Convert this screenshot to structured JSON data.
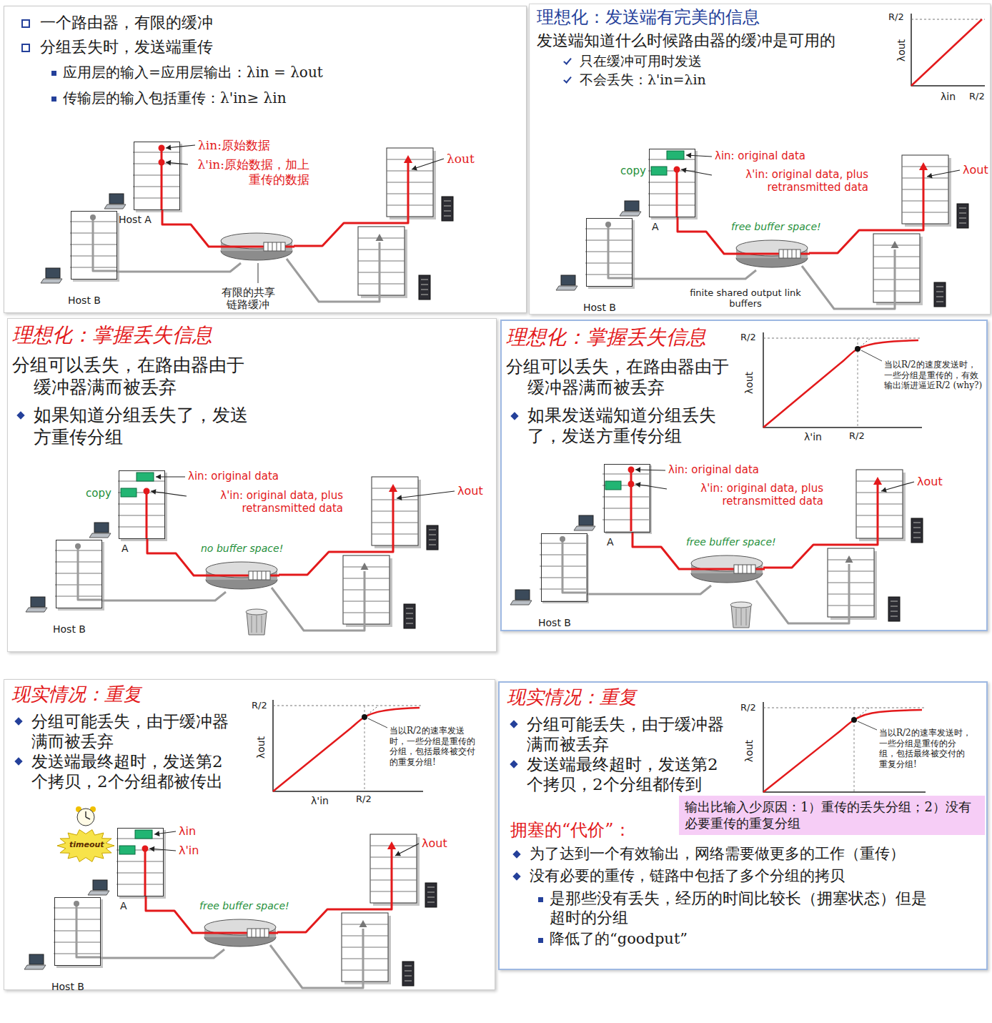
{
  "diagram": {
    "nodes": [
      {
        "text": [
          "一个路由器，有限的缓冲",
          "分组丢失时，发送端重传",
          "应用层的输入=应用层输出：λin = λout",
          "传输层的输入包括重传：λ'in≥ λin"
        ]
      },
      {
        "text": [
          "Host A"
        ],
        "in": 0
      },
      {
        "text": [
          "Host B"
        ],
        "in": 0
      },
      {
        "text": [
          "有限的共享 链路缓冲"
        ],
        "in": 0
      },
      {
        "text": [
          "理想化：发送端有完美的信息",
          "发送端知道什么时候路由器的缓冲是可用的",
          "只在缓冲可用时发送",
          "不会丢失：λ'in=λin"
        ]
      },
      {
        "text": [
          "A"
        ],
        "in": 4
      },
      {
        "text": [
          "Host B"
        ],
        "in": 4
      },
      {
        "text": [
          "free buffer space!",
          "finite shared output link buffers"
        ],
        "in": 4
      },
      {
        "text": [
          "理想化：掌握丢失信息",
          "分组可以丢失，在路由器由于缓冲器满而被丢弃",
          "如果知道分组丢失了，发送方重传分组"
        ]
      },
      {
        "text": [
          "A"
        ],
        "in": 8
      },
      {
        "text": [
          "Host B"
        ],
        "in": 8
      },
      {
        "text": [
          "no buffer space!"
        ],
        "in": 8
      },
      {
        "text": [
          "理想化：掌握丢失信息",
          "分组可以丢失，在路由器由于缓冲器满而被丢弃",
          "如果发送端知道分组丢失了，发送方重传分组"
        ]
      },
      {
        "text": [
          "A"
        ],
        "in": 12
      },
      {
        "text": [
          "Host B"
        ],
        "in": 12
      },
      {
        "text": [
          "free buffer space!"
        ],
        "in": 12
      },
      {
        "text": [
          "现实情况：重复",
          "分组可能丢失，由于缓冲器满而被丢弃",
          "发送端最终超时，发送第2个拷贝，2个分组都被传出"
        ]
      },
      {
        "text": [
          "A"
        ],
        "in": 16
      },
      {
        "text": [
          "Host B"
        ],
        "in": 16
      },
      {
        "text": [
          "free buffer space!"
        ],
        "in": 16
      },
      {
        "text": [
          "现实情况：重复",
          "分组可能丢失，由于缓冲器满而被丢弃",
          "发送端最终超时，发送第2个拷贝，2个分组都传到",
          "拥塞的“代价”：",
          "为了达到一个有效输出，网络需要做更多的工作（重传）",
          "没有必要的重传，链路中包括了多个分组的拷贝",
          "是那些没有丢失，经历的时间比较长（拥塞状态）但是超时的分组",
          "降低了的“goodput”"
        ]
      },
      {
        "text": [
          "输出比输入少原因：1）重传的丢失分组；2）没有必要重传的重复分组"
        ],
        "in": 20
      }
    ],
    "edges": [
      {
        "from": 1,
        "to": 3,
        "arrow": "none"
      },
      {
        "from": 2,
        "to": 3,
        "arrow": "none"
      },
      {
        "from": 5,
        "to": 7,
        "arrow": "none"
      },
      {
        "from": 6,
        "to": 7,
        "arrow": "none"
      },
      {
        "from": 9,
        "to": 11,
        "arrow": "none"
      },
      {
        "from": 10,
        "to": 11,
        "arrow": "none"
      },
      {
        "from": 13,
        "to": 15,
        "arrow": "none"
      },
      {
        "from": 14,
        "to": 15,
        "arrow": "none"
      },
      {
        "from": 17,
        "to": 19,
        "arrow": "none"
      },
      {
        "from": 18,
        "to": 19,
        "arrow": "none"
      }
    ],
    "labels": [
      "λin:原始数据",
      "λ'in:原始数据，加上重传的数据",
      "λout",
      "R/2",
      "λout",
      "λin",
      "R/2",
      "copy",
      "λin: original data",
      "λ'in: original data, plus retransmitted data",
      "λout",
      "copy",
      "λin: original data",
      "λ'in: original data, plus retransmitted data",
      "λout",
      "R/2",
      "λout",
      "λ'in",
      "R/2",
      "当以R/2的速度发送时，一些分组是重传的，有效输出渐进逼近R/2 (why?)",
      "λin: original data",
      "λ'in: original data, plus retransmitted data",
      "λout",
      "R/2",
      "λout",
      "λ'in",
      "R/2",
      "当以R/2的速率发送时，一些分组是重传的分组，包括最终被交付的重复分组!",
      "timeout",
      "λin",
      "λ'in",
      "λout",
      "R/2",
      "λout",
      "当以R/2的速率发送时，一些分组是重传的分组，包括最终被交付的重复分组!"
    ]
  }
}
